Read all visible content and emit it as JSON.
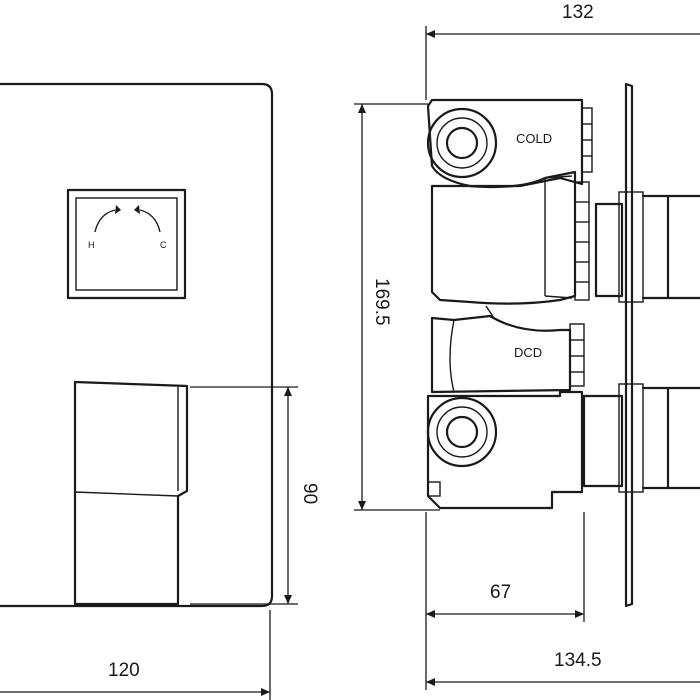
{
  "dimensions": {
    "overall_depth": "132",
    "overall_height": "169.5",
    "plate_width": "120",
    "handle_height": "90",
    "body_depth": "67",
    "total_depth": "134.5"
  },
  "labels": {
    "cold": "COLD",
    "dcd": "DCD",
    "hot": "H",
    "cold_short": "C"
  },
  "icons": {
    "temperature_dial": "curved-arrows-icon"
  }
}
